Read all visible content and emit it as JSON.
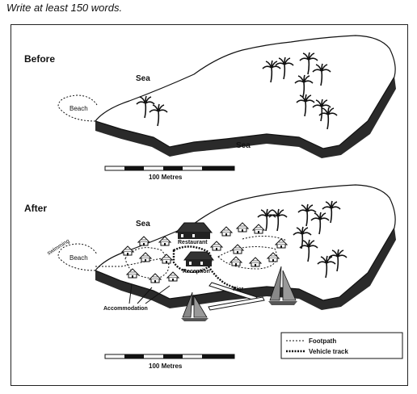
{
  "instruction": "Write at least 150 words.",
  "before": {
    "heading": "Before",
    "sea_labels": [
      "Sea",
      "Sea"
    ],
    "beach_label": "Beach",
    "scale_label": "100 Metres"
  },
  "after": {
    "heading": "After",
    "sea_label": "Sea",
    "beach_label": "Beach",
    "swimming_label": "swimming",
    "restaurant_label": "Restaurant",
    "reception_label": "Reception",
    "pier_label": "Pier",
    "accommodation_label": "Accommodation",
    "scale_label": "100 Metres"
  },
  "legend": {
    "footpath_label": "Footpath",
    "vehicle_track_label": "Vehicle track"
  }
}
